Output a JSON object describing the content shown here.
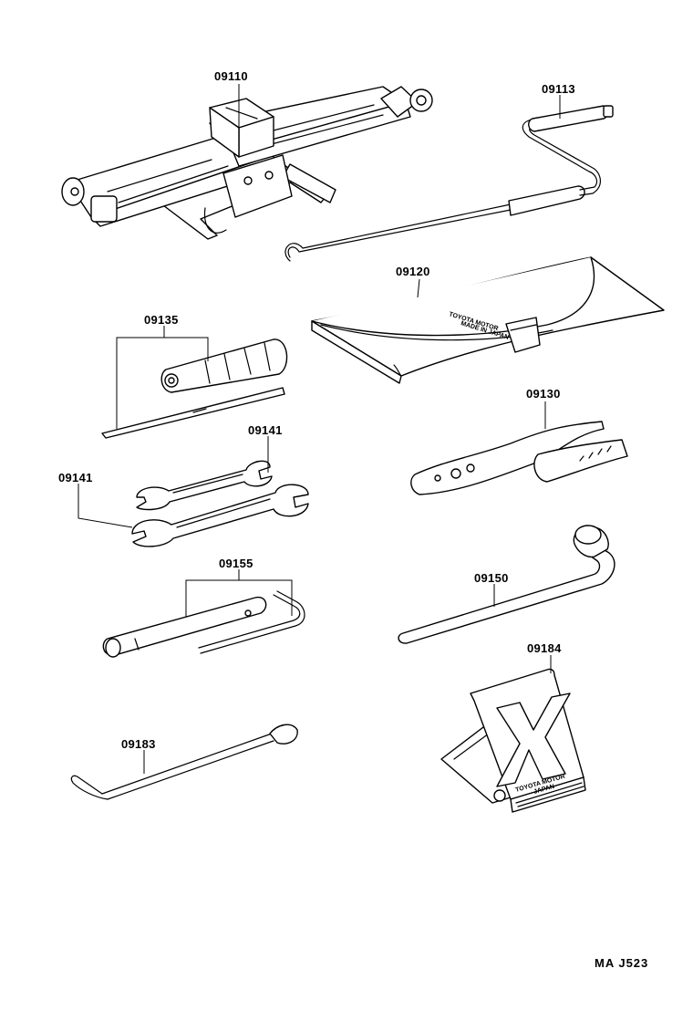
{
  "parts": [
    {
      "id": "jack",
      "number": "09110"
    },
    {
      "id": "jack-handle",
      "number": "09113"
    },
    {
      "id": "tool-bag",
      "number": "09120",
      "print": [
        "TOYOTA MOTOR",
        "MADE IN JAPAN"
      ]
    },
    {
      "id": "screwdriver",
      "number": "09135"
    },
    {
      "id": "pliers",
      "number": "09130"
    },
    {
      "id": "wrench-small",
      "number": "09141"
    },
    {
      "id": "wrench-large",
      "number": "09141"
    },
    {
      "id": "lug-wrench",
      "number": "09150"
    },
    {
      "id": "plug-wrench",
      "number": "09155"
    },
    {
      "id": "wheel-chock",
      "number": "09184",
      "print": [
        "TOYOTA MOTOR",
        "JAPAN"
      ]
    },
    {
      "id": "hook-rod",
      "number": "09183"
    }
  ],
  "drawing_code": "MA  J523"
}
